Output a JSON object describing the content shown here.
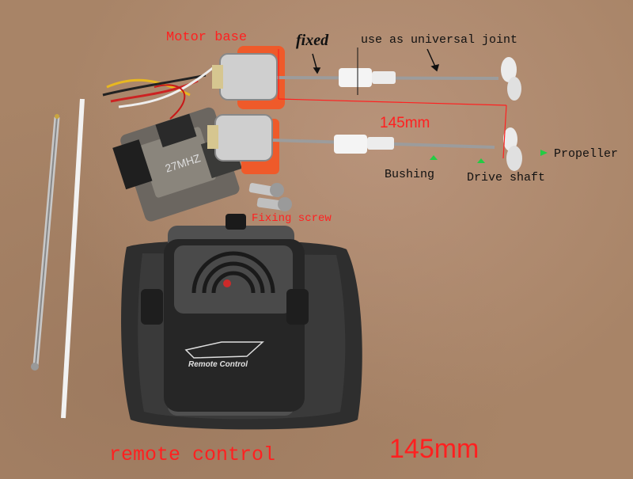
{
  "labels": {
    "motor_base": "Motor base",
    "fixed": "fixed",
    "universal_joint": "use as universal joint",
    "length_top": "145mm",
    "propeller": "Propeller",
    "bushing": "Bushing",
    "drive_shaft": "Drive shaft",
    "fixing_screw": "Fixing screw",
    "remote_control": "remote control",
    "length_bottom": "145mm"
  },
  "receiver_marking": "27MHZ",
  "remote_logo": "Remote Control",
  "colors": {
    "annotation_red": "#ff2020",
    "annotation_black": "#111111",
    "arrow_green": "#22cc44",
    "background": "#a88467"
  }
}
